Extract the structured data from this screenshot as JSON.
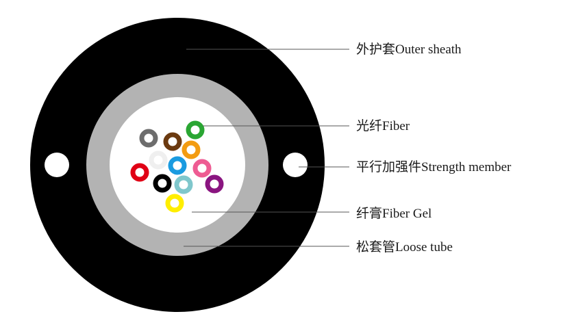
{
  "labels": {
    "outer_sheath": "外护套Outer sheath",
    "fiber": "光纤Fiber",
    "strength_member": "平行加强件Strength member",
    "fiber_gel": "纤膏Fiber Gel",
    "loose_tube": "松套管Loose tube"
  },
  "colors": {
    "sheath": "#000000",
    "loose_tube": "#b3b3b3",
    "gel": "#ffffff",
    "strength_member": "#ffffff",
    "leader_line": "#555555"
  },
  "fibers": [
    {
      "color": "#6d6d6d",
      "name": "gray"
    },
    {
      "color": "#6b3a10",
      "name": "brown"
    },
    {
      "color": "#2aa633",
      "name": "green"
    },
    {
      "color": "#efefef",
      "name": "white"
    },
    {
      "color": "#f39c12",
      "name": "orange"
    },
    {
      "color": "#e00015",
      "name": "red"
    },
    {
      "color": "#1a9be0",
      "name": "blue"
    },
    {
      "color": "#ee5c93",
      "name": "pink"
    },
    {
      "color": "#000000",
      "name": "black"
    },
    {
      "color": "#7fc7cc",
      "name": "aqua"
    },
    {
      "color": "#8a1580",
      "name": "violet"
    },
    {
      "color": "#ffee00",
      "name": "yellow"
    }
  ]
}
